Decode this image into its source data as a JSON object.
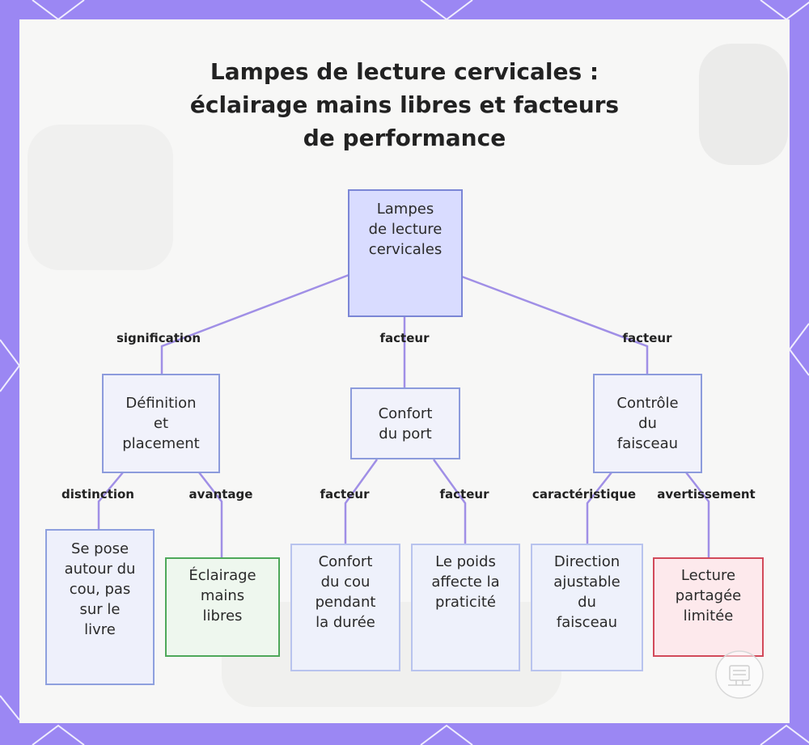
{
  "title": {
    "line1": "Lampes de lecture cervicales :",
    "line2": "éclairage mains libres et facteurs",
    "line3": "de performance"
  },
  "nodes": {
    "root": [
      "Lampes",
      "de lecture",
      "cervicales"
    ],
    "definition": [
      "Définition",
      "et",
      "placement"
    ],
    "confort_port": [
      "Confort",
      "du port"
    ],
    "controle": [
      "Contrôle",
      "du",
      "faisceau"
    ],
    "se_pose": [
      "Se pose",
      "autour du",
      "cou, pas",
      "sur le",
      "livre"
    ],
    "eclairage": [
      "Éclairage",
      "mains",
      "libres"
    ],
    "confort_cou": [
      "Confort",
      "du cou",
      "pendant",
      "la durée"
    ],
    "poids": [
      "Le poids",
      "affecte la",
      "praticité"
    ],
    "direction": [
      "Direction",
      "ajustable",
      "du",
      "faisceau"
    ],
    "lecture": [
      "Lecture",
      "partagée",
      "limitée"
    ]
  },
  "edges": {
    "signification": "signification",
    "facteur_center": "facteur",
    "facteur_right": "facteur",
    "distinction": "distinction",
    "avantage": "avantage",
    "facteur_1": "facteur",
    "facteur_2": "facteur",
    "caracteristique": "caractéristique",
    "avertissement": "avertissement"
  },
  "colors": {
    "frame": "#9b87f3",
    "edge": "#a08fe6",
    "root_fill": "#d9dcff",
    "green_border": "#4ea85a",
    "red_border": "#d24a5a"
  },
  "icons": [
    "brand-logo-icon"
  ]
}
